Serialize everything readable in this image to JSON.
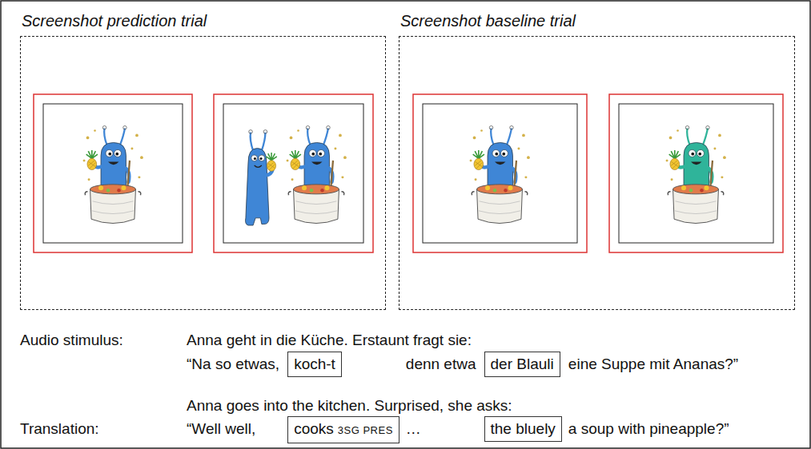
{
  "diagram": {
    "nodes": [
      {
        "text": [
          "Screenshot prediction trial"
        ]
      },
      {
        "text": [
          "Screenshot baseline trial"
        ]
      },
      {
        "text": [
          "koch-t"
        ]
      },
      {
        "text": [
          "der Blauli"
        ]
      },
      {
        "text": [
          "cooks",
          "3SG PRES"
        ]
      },
      {
        "text": [
          "the bluely"
        ]
      }
    ],
    "labels": [
      "Audio stimulus:",
      "Anna geht in die Küche. Erstaunt fragt sie:",
      "“Na so etwas,",
      "denn etwa",
      "eine Suppe mit Ananas?”",
      "Translation:",
      "Anna goes into the kitchen. Surprised, she asks:",
      "“Well well,",
      "…",
      "a soup with pineapple?”"
    ]
  }
}
